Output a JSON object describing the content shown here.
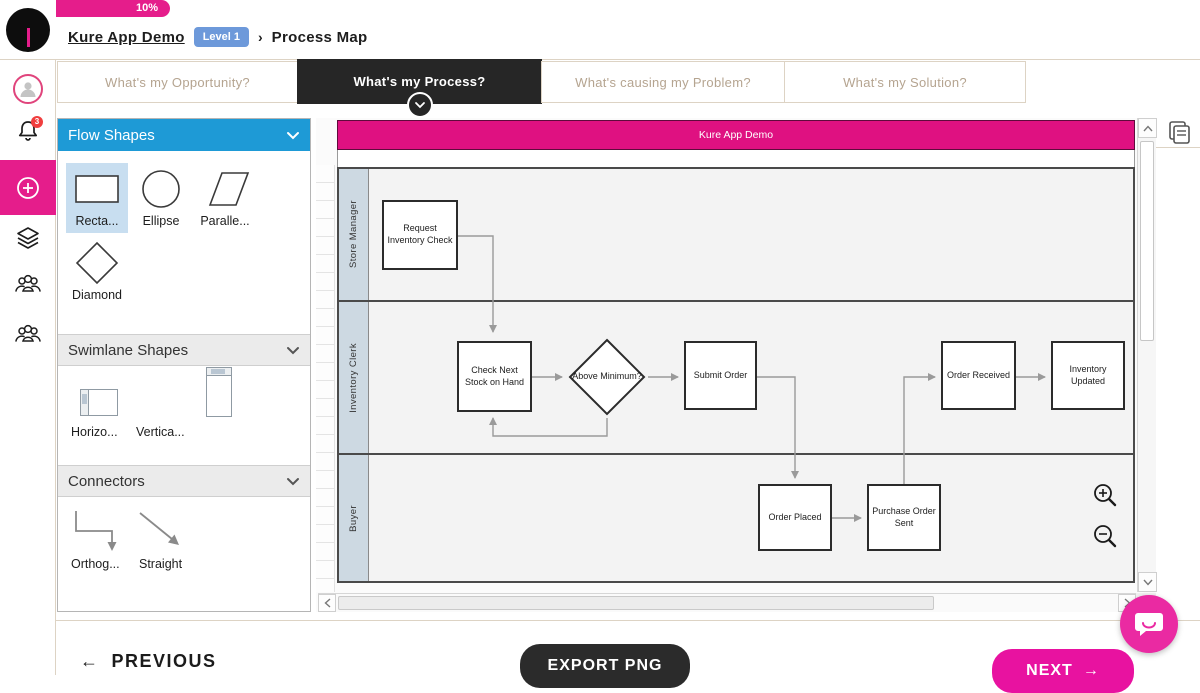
{
  "header": {
    "progress_label": "10%",
    "project_name": "Kure App Demo",
    "level_badge": "Level 1",
    "breadcrumb_separator": "›",
    "page_title": "Process Map"
  },
  "tabs": [
    {
      "label": "What's my Opportunity?",
      "active": false
    },
    {
      "label": "What's my Process?",
      "active": true
    },
    {
      "label": "What's causing my Problem?",
      "active": false
    },
    {
      "label": "What's my Solution?",
      "active": false
    }
  ],
  "left_rail": {
    "notification_count": "3",
    "icons": [
      "avatar",
      "bell",
      "add",
      "layers",
      "team",
      "team",
      "logout"
    ]
  },
  "shapes_panel": {
    "flow_section_title": "Flow Shapes",
    "flow_items": [
      {
        "label": "Recta...",
        "shape": "rectangle",
        "selected": true
      },
      {
        "label": "Ellipse",
        "shape": "ellipse",
        "selected": false
      },
      {
        "label": "Paralle...",
        "shape": "parallelogram",
        "selected": false
      },
      {
        "label": "Diamond",
        "shape": "diamond",
        "selected": false
      }
    ],
    "swimlane_section_title": "Swimlane Shapes",
    "swimlane_items": [
      {
        "label": "Horizo...",
        "shape": "horizontal-swimlane"
      },
      {
        "label": "Vertica...",
        "shape": "vertical-swimlane"
      }
    ],
    "connectors_section_title": "Connectors",
    "connector_items": [
      {
        "label": "Orthog...",
        "shape": "orthogonal-connector"
      },
      {
        "label": "Straight",
        "shape": "straight-connector"
      }
    ]
  },
  "canvas": {
    "pool_title": "Kure App Demo",
    "lanes": [
      {
        "label": "Store Manager"
      },
      {
        "label": "Inventory Clerk"
      },
      {
        "label": "Buyer"
      }
    ],
    "nodes": [
      {
        "label": "Request Inventory Check",
        "type": "rectangle",
        "lane": "Store Manager"
      },
      {
        "label": "Check Next Stock on Hand",
        "type": "rectangle",
        "lane": "Inventory Clerk"
      },
      {
        "label": "Above Minimum?",
        "type": "diamond",
        "lane": "Inventory Clerk"
      },
      {
        "label": "Submit Order",
        "type": "rectangle",
        "lane": "Inventory Clerk"
      },
      {
        "label": "Order Received",
        "type": "rectangle",
        "lane": "Inventory Clerk"
      },
      {
        "label": "Inventory Updated",
        "type": "rectangle",
        "lane": "Inventory Clerk"
      },
      {
        "label": "Order Placed",
        "type": "rectangle",
        "lane": "Buyer"
      },
      {
        "label": "Purchase Order Sent",
        "type": "rectangle",
        "lane": "Buyer"
      }
    ],
    "connections": [
      "Request Inventory Check -> Check Next Stock on Hand",
      "Check Next Stock on Hand -> Above Minimum?",
      "Above Minimum? -> Submit Order",
      "Above Minimum? -> Check Next Stock on Hand",
      "Submit Order -> Order Placed",
      "Order Placed -> Purchase Order Sent",
      "Purchase Order Sent -> Order Received",
      "Order Received -> Inventory Updated"
    ]
  },
  "footer": {
    "previous_arrow": "←",
    "previous_label": "PREVIOUS",
    "export_label": "EXPORT PNG",
    "next_label": "NEXT",
    "next_arrow": "→"
  },
  "colors": {
    "brand_magenta": "#e51d8b",
    "pool_header": "#df1181",
    "next_pink": "#e812a0",
    "panel_blue": "#1e9ad6",
    "level_badge_blue": "#6d99da",
    "tab_inactive_text": "#b5a490",
    "tab_active_bg": "#262626",
    "lane_label_bg": "#cdd9e2",
    "lane_body_bg": "#f3f3f3",
    "logout_red": "#f4554e",
    "notification_red": "#f03e3e",
    "connector_gray": "#9a9a9a"
  }
}
